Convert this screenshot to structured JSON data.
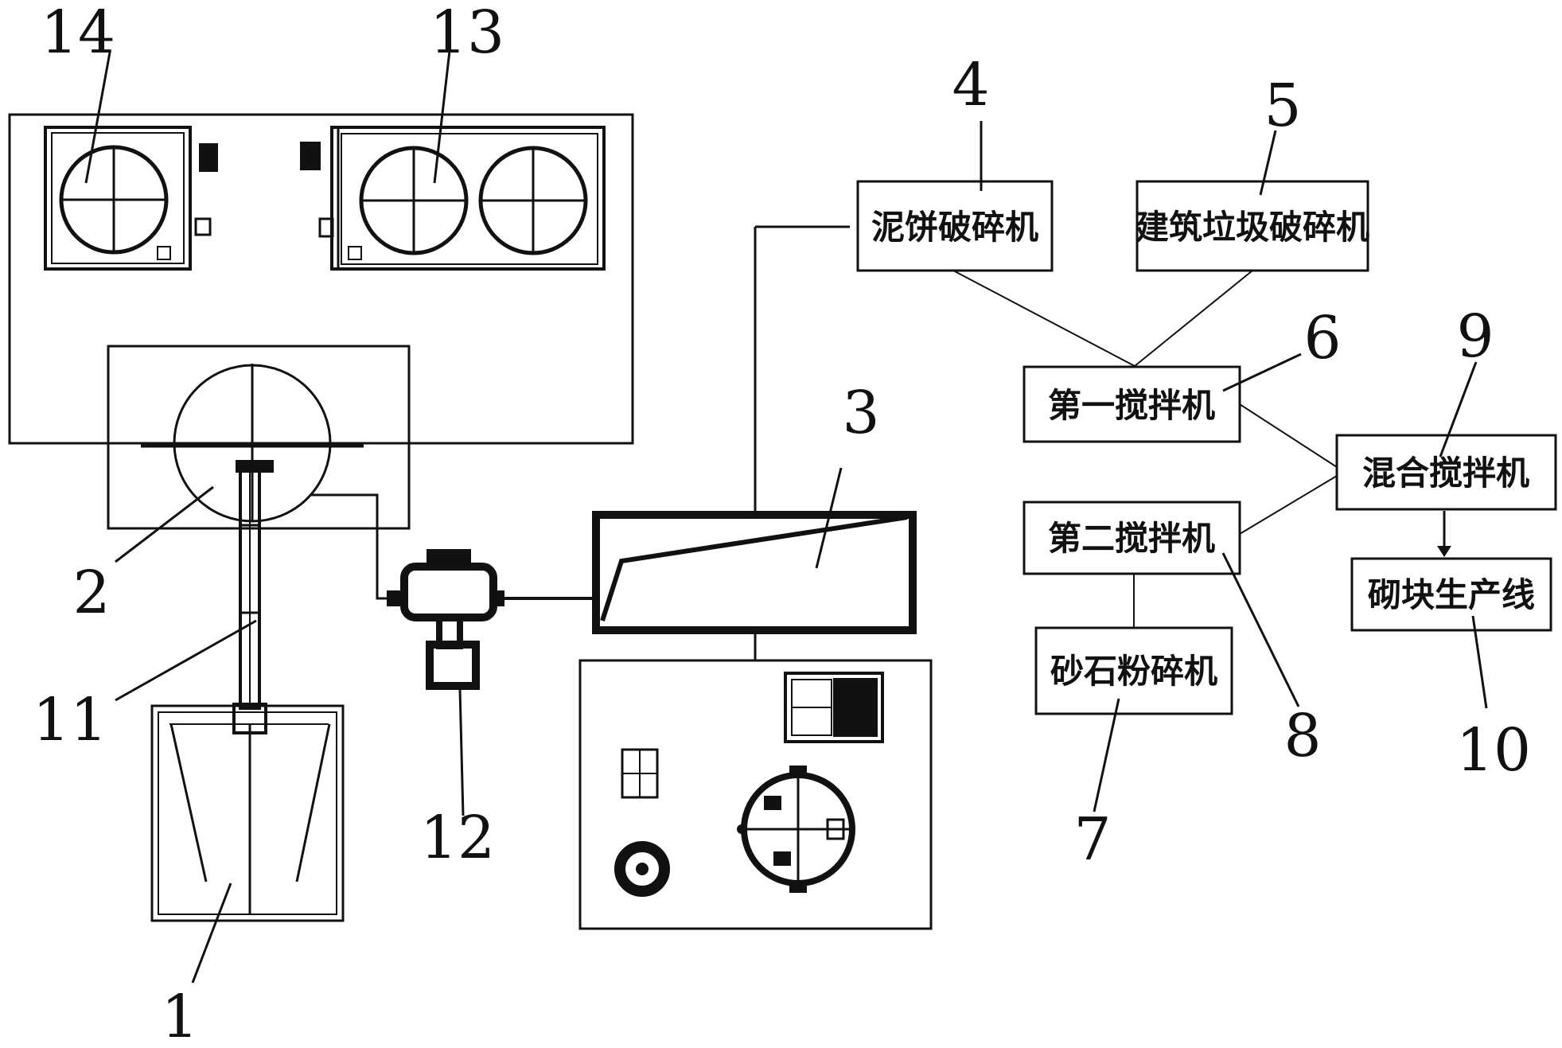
{
  "numbers": {
    "n1": "1",
    "n2": "2",
    "n3": "3",
    "n4": "4",
    "n5": "5",
    "n6": "6",
    "n7": "7",
    "n8": "8",
    "n9": "9",
    "n10": "10",
    "n11": "11",
    "n12": "12",
    "n13": "13",
    "n14": "14"
  },
  "labels": {
    "mud_cake_crusher": "泥饼破碎机",
    "construction_waste_crusher": "建筑垃圾破碎机",
    "first_mixer": "第一搅拌机",
    "second_mixer": "第二搅拌机",
    "mixing_mixer": "混合搅拌机",
    "sand_stone_crusher": "砂石粉碎机",
    "brick_production_line": "砌块生产线"
  }
}
